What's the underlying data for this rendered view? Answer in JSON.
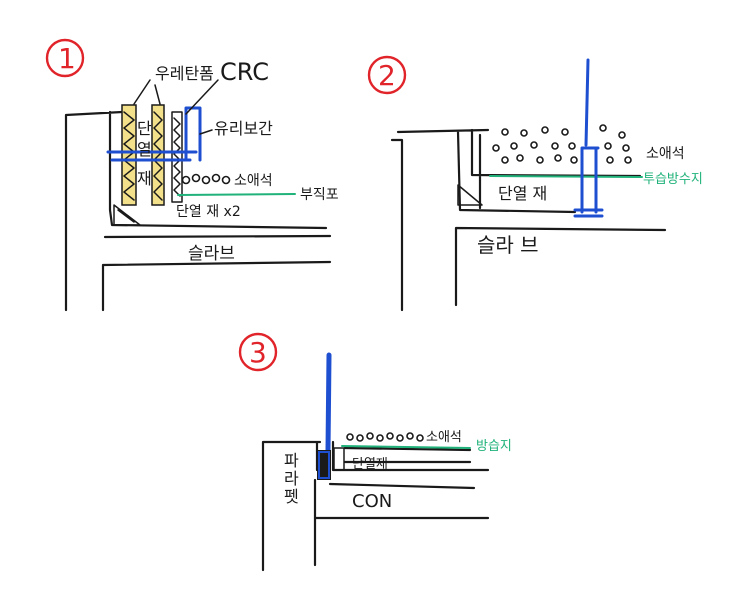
{
  "colors": {
    "ink": "#1a1a1a",
    "waterproof_blue": "#1f4fd1",
    "membrane_green": "#20b27a",
    "number_red": "#e0242a",
    "insulation_yellow": "#f3e08a"
  },
  "detail1": {
    "number": "1",
    "label_urethane_foam": "우레탄폼",
    "label_crc": "CRC",
    "label_flashing": "유리보간",
    "label_insulation_vertical_1": "단",
    "label_insulation_vertical_2": "열",
    "label_insulation_vertical_3": "재",
    "label_gravel": "소애석",
    "label_nonwoven": "부직포",
    "label_insulation_layer": "단열 재 x2",
    "label_slab": "슬라브"
  },
  "detail2": {
    "number": "2",
    "label_gravel": "소애석",
    "label_membrane": "투습방수지",
    "label_insulation": "단열 재",
    "label_slab": "슬라 브"
  },
  "detail3": {
    "number": "3",
    "label_gravel": "소애석",
    "label_membrane": "방습지",
    "label_parapet_1": "파",
    "label_parapet_2": "라",
    "label_parapet_3": "펫",
    "label_insulation": "단열재",
    "label_con": "CON"
  }
}
